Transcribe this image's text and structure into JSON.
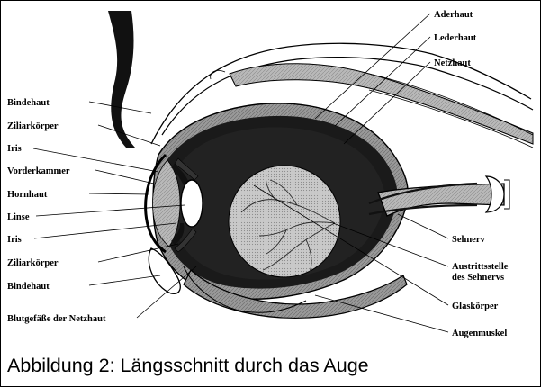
{
  "figure": {
    "caption": "Abbildung 2: Längsschnitt durch das Auge"
  },
  "labels": {
    "aderhaut": "Aderhaut",
    "lederhaut": "Lederhaut",
    "netzhaut": "Netzhaut",
    "bindehaut_top": "Bindehaut",
    "ziliarkoerper_top": "Ziliarkörper",
    "iris_top": "Iris",
    "vorderkammer": "Vorderkammer",
    "hornhaut": "Hornhaut",
    "linse": "Linse",
    "iris_bottom": "Iris",
    "ziliarkoerper_bottom": "Ziliarkörper",
    "bindehaut_bottom": "Bindehaut",
    "blutgefaesse": "Blutgefäße der Netzhaut",
    "sehnerv": "Sehnerv",
    "austritt_line1": "Austrittsstelle",
    "austritt_line2": "des Sehnervs",
    "glaskoerper": "Glaskörper",
    "augenmuskel": "Augenmuskel"
  }
}
